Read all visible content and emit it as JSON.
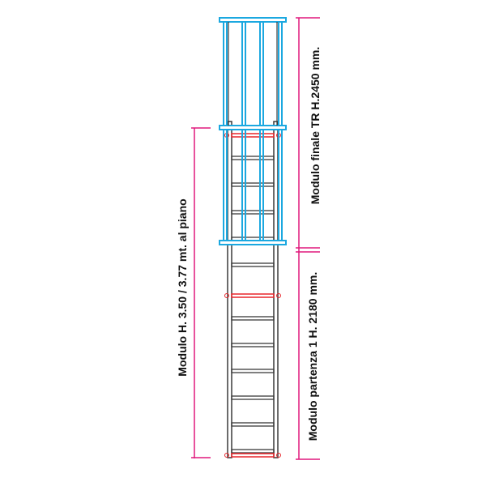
{
  "labels": {
    "total_height": "Modulo H. 3.50 / 3.77 mt. al piano",
    "top_module": "Modulo finale TR  H.2450 mm.",
    "bottom_module": "Modulo partenza 1 H. 2180 mm."
  },
  "colors": {
    "cage": "#1ba8e0",
    "ladder": "#3a3a3a",
    "joint_rung": "#e8262b",
    "dimension": "#e0197d"
  }
}
